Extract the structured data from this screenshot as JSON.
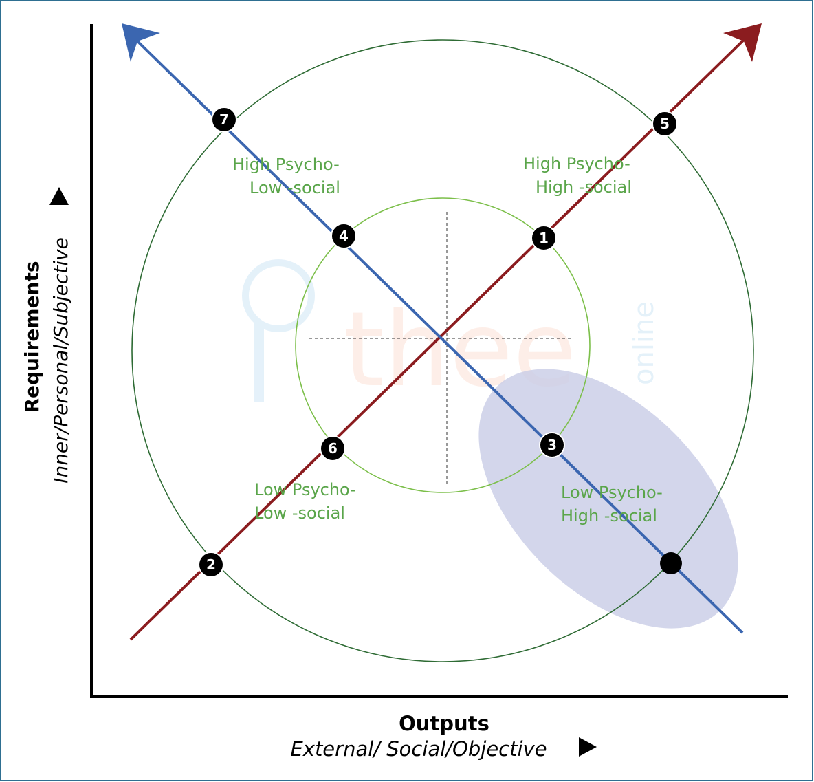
{
  "y_axis": {
    "title": "Requirements",
    "subtitle": "Inner/Personal/Subjective"
  },
  "x_axis": {
    "title": "Outputs",
    "subtitle": "External/ Social/Objective"
  },
  "quadrants": {
    "top_left": {
      "line1": "High Psycho-",
      "line2": "Low -social"
    },
    "top_right": {
      "line1": "High Psycho-",
      "line2": "High -social"
    },
    "bottom_left": {
      "line1": "Low Psycho-",
      "line2": "Low -social"
    },
    "bottom_right": {
      "line1": "Low  Psycho-",
      "line2": "High -social"
    }
  },
  "markers": {
    "m1": "1",
    "m2": "2",
    "m3": "3",
    "m4": "4",
    "m5": "5",
    "m6": "6",
    "m7": "7"
  },
  "watermark": {
    "brand": "thee",
    "suffix": "online"
  },
  "colors": {
    "blue_arrow": "#3b66b0",
    "red_arrow": "#8b1c1f",
    "outer_circle": "#2e6b34",
    "inner_circle": "#7cbf4a",
    "quadrant_text": "#5aa54a",
    "highlight": "#c8cce6",
    "marker": "#000000"
  }
}
